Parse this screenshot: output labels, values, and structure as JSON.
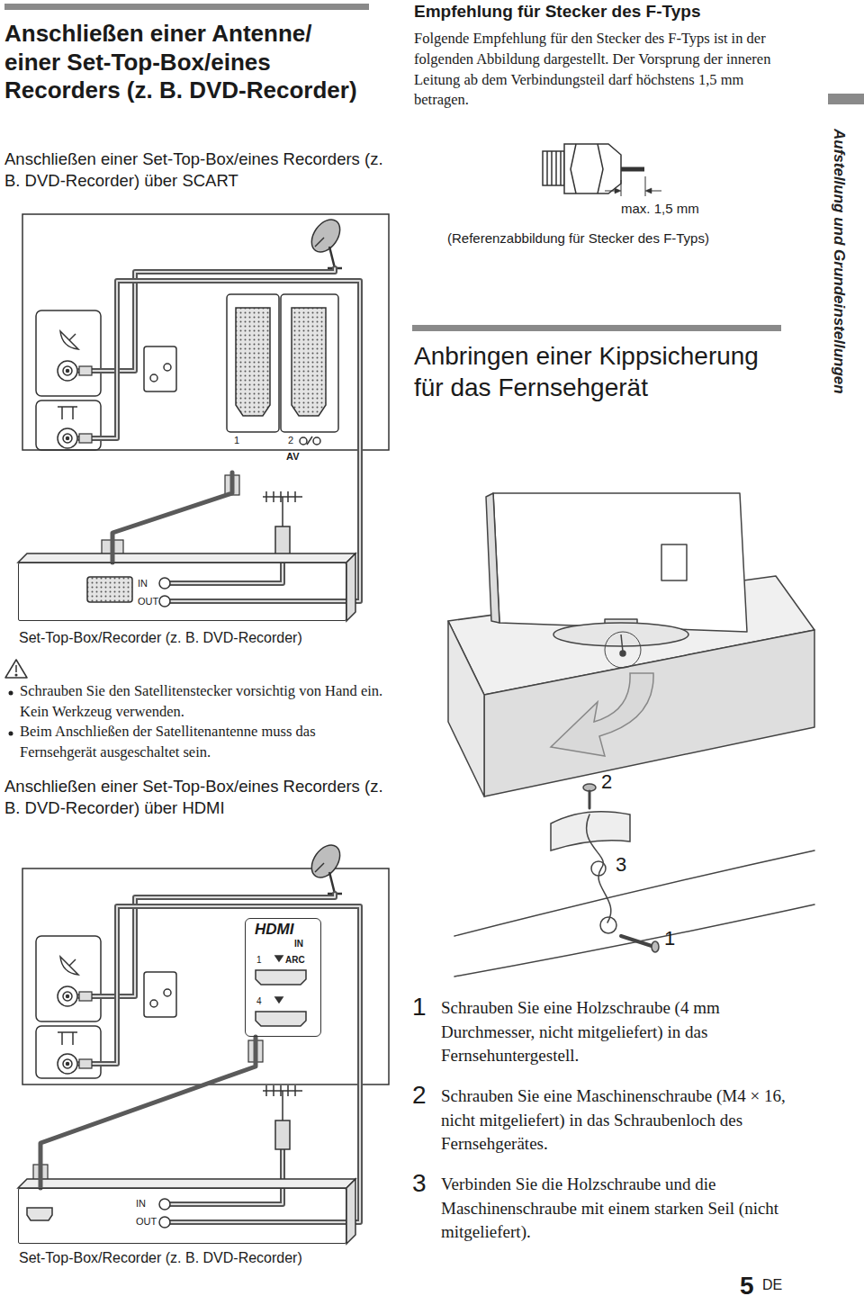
{
  "diagram": {
    "title": "Anschließen einer Antenne/ einer Set-Top-Box/eines Recorders (z. B. DVD-Recorder)",
    "nodes": [
      {
        "text": [
          "1",
          "2",
          "AV"
        ]
      },
      {
        "text": [
          "IN",
          "OUT",
          "Set-Top-Box/Recorder (z. B. DVD-Recorder)"
        ]
      },
      {
        "text": [
          "HDMI",
          "IN",
          "1",
          "ARC",
          "4"
        ]
      },
      {
        "text": [
          "IN",
          "OUT",
          "Set-Top-Box/Recorder (z. B. DVD-Recorder)"
        ]
      }
    ],
    "edges": [
      {
        "from": 0,
        "to": 1,
        "arrow": "none"
      },
      {
        "from": 2,
        "to": 3,
        "arrow": "none"
      }
    ],
    "labels": [
      "Anschließen einer Set-Top-Box/eines Recorders (z. B. DVD-Recorder) über SCART",
      "Schrauben Sie den Satellitenstecker vorsichtig von Hand ein. Kein Werkzeug verwenden.",
      "Beim Anschließen der Satellitenantenne muss das Fernsehgerät ausgeschaltet sein.",
      "Anschließen einer Set-Top-Box/eines Recorders (z. B. DVD-Recorder) über HDMI",
      "Empfehlung für Stecker des F-Typs",
      "Folgende Empfehlung für den Stecker des F-Typs ist in der folgenden Abbildung dargestellt. Der Vorsprung der inneren Leitung ab dem Verbindungsteil darf höchstens 1,5 mm betragen.",
      "max. 1,5 mm",
      "(Referenzabbildung für Stecker des F-Typs)",
      "Anbringen einer Kippsicherung für das Fernsehgerät",
      "Aufstellung und Grundeinstellungen",
      "2",
      "3",
      "1",
      "1",
      "Schrauben Sie eine Holzschraube (4 mm Durchmesser, nicht mitgeliefert) in das Fernsehuntergestell.",
      "2",
      "Schrauben Sie eine Maschinenschraube (M4 × 16, nicht mitgeliefert) in das Schraubenloch des Fernsehgerätes.",
      "3",
      "Verbinden Sie die Holzschraube und die Maschinenschraube mit einem starken Seil (nicht mitgeliefert).",
      "5",
      "DE"
    ]
  }
}
